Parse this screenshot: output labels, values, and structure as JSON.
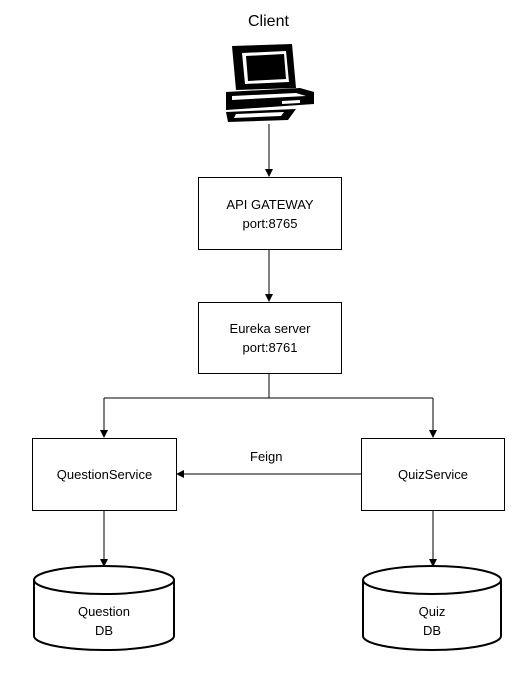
{
  "client": {
    "title": "Client",
    "icon": "computer-terminal-icon"
  },
  "gateway": {
    "line1": "API GATEWAY",
    "line2": "port:8765"
  },
  "eureka": {
    "line1": "Eureka server",
    "line2": "port:8761"
  },
  "question_service": {
    "label": "QuestionService"
  },
  "quiz_service": {
    "label": "QuizService"
  },
  "edge_feign": {
    "label": "Feign"
  },
  "question_db": {
    "line1": "Question",
    "line2": "DB"
  },
  "quiz_db": {
    "line1": "Quiz",
    "line2": "DB"
  },
  "colors": {
    "stroke": "#000000",
    "fill": "#ffffff"
  }
}
